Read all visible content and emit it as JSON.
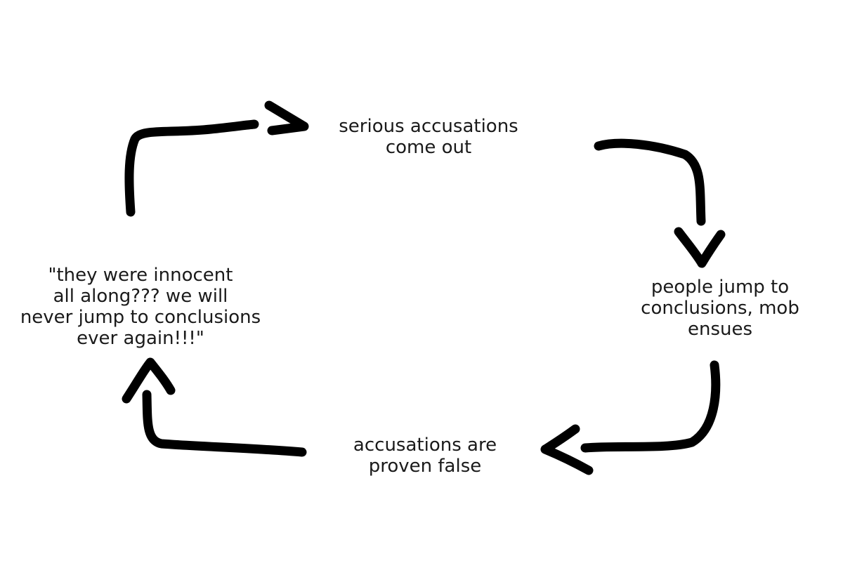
{
  "diagram": {
    "nodes": [
      {
        "id": "top",
        "lines": [
          "serious accusations",
          "come out"
        ]
      },
      {
        "id": "right",
        "lines": [
          "people jump to",
          "conclusions, mob",
          "ensues"
        ]
      },
      {
        "id": "bottom",
        "lines": [
          "accusations are",
          "proven false"
        ]
      },
      {
        "id": "left",
        "lines": [
          "\"they were innocent",
          "all along??? we will",
          "never jump to conclusions",
          "ever again!!!\""
        ]
      }
    ],
    "arrows": [
      {
        "from": "top",
        "to": "right"
      },
      {
        "from": "right",
        "to": "bottom"
      },
      {
        "from": "bottom",
        "to": "left"
      },
      {
        "from": "left",
        "to": "top"
      }
    ],
    "colors": {
      "stroke": "#000000",
      "text": "#1a1a1a",
      "background": "#ffffff"
    }
  }
}
